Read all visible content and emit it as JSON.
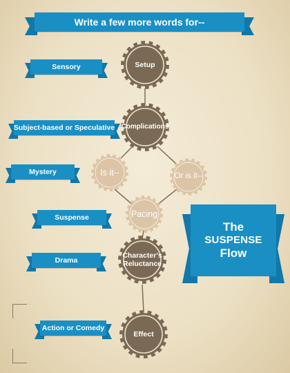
{
  "header": {
    "text": "Write a few more words for--"
  },
  "title_banner": {
    "line1": "The",
    "line2": "SUSPENSE",
    "line3": "Flow"
  },
  "ribbons": [
    {
      "label": "Sensory"
    },
    {
      "label": "Subject-based or Speculative"
    },
    {
      "label": "Mystery"
    },
    {
      "label": "Suspense"
    },
    {
      "label": "Drama"
    },
    {
      "label": "Action or Comedy"
    }
  ],
  "nodes": {
    "setup": "Setup",
    "complications": "Complications",
    "is_it": "Is it--",
    "or_is_it": "Or is it--",
    "pacing": "Pacing",
    "reluctance_line1": "Character's",
    "reluctance_line2": "Reluctance",
    "effect": "Effect"
  },
  "colors": {
    "ribbon": "#1a8fc4",
    "ribbon_fold": "#1278a8",
    "gear_dark": "#7a6a55",
    "gear_light": "#dcc4a6",
    "background": "#f4ecd8",
    "connector": "#7c6e5c"
  }
}
